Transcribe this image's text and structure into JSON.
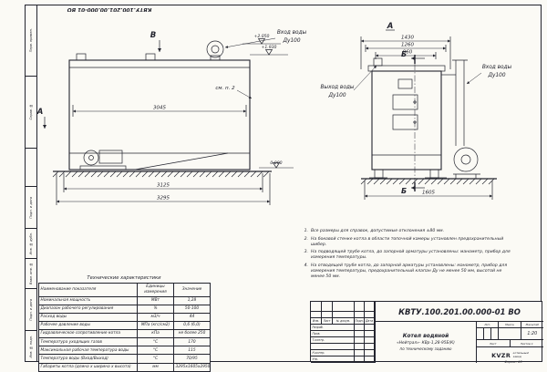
{
  "sheet": {
    "doc_number_top": "КВТУ.100.201.00.000-01 ВО",
    "format_note": "Формат А3"
  },
  "margin_labels": [
    "Перв. примен.",
    "Справ. №",
    "",
    "Подп. и дата",
    "Инв. № дубл.",
    "Взам. инв. №",
    "Подп. и дата",
    "Инв. № подл."
  ],
  "left_view": {
    "label_b": "В",
    "label_a": "А",
    "see_note": "см. п. 2",
    "inlet_l1": "Вход воды",
    "inlet_l2": "Ду100",
    "elev_top": "+2.050",
    "elev_mid": "+1.930",
    "elev_zero": "0.000",
    "dim_inner": "3045",
    "dim_mid": "3125",
    "dim_outer": "3295"
  },
  "right_view": {
    "label_top": "А",
    "dim1": "1430",
    "dim2": "1260",
    "dim3": "960",
    "section": "Б",
    "outlet_l1": "Выход воды",
    "outlet_l2": "Ду100",
    "inlet_l1": "Вход воды",
    "inlet_l2": "Ду100",
    "dim_bottom": "1605"
  },
  "tech_table": {
    "title": "Технические характеристики",
    "headers": [
      "Наименование показателя",
      "Единицы измерения",
      "Значение"
    ],
    "rows": [
      [
        "Номинальная мощность",
        "МВт",
        "1,28"
      ],
      [
        "Диапазон рабочего регулирования",
        "%",
        "50-100"
      ],
      [
        "Расход воды",
        "м3/ч",
        "44"
      ],
      [
        "Рабочее давление воды",
        "МПа (кгс/см2)",
        "0,6 (6,0)"
      ],
      [
        "Гидравлическое сопротивление котла",
        "кПа",
        "не более 250"
      ],
      [
        "Температура уходящих газов",
        "°С",
        "170"
      ],
      [
        "Максимальная рабочая температура воды",
        "°С",
        "115"
      ],
      [
        "Температура воды (Вход/Выход)",
        "°С",
        "70/95"
      ],
      [
        "Габариты котла (длина х ширина х высота)",
        "мм",
        "3295х1605х2950"
      ]
    ]
  },
  "notes": {
    "items": [
      {
        "num": "1.",
        "text": "Все размеры для справок, допустимые отклонения ±80 мм."
      },
      {
        "num": "2.",
        "text": "На боковой стенке котла в области топочной камеры установлен предохранительный шибер."
      },
      {
        "num": "3.",
        "text": "На подводящей трубе котла, до запорной арматуры установлены: манометр, прибор для измерения температуры."
      },
      {
        "num": "4.",
        "text": "На отводящей трубе котла, до запорной арматуры установлены: манометр, прибор для измерения температуры, предохранительный клапан Ду не менее 50 мм, высотой не менее 50 мм."
      }
    ]
  },
  "title_block": {
    "doc_number": "КВТУ.100.201.00.000-01 ВО",
    "rev_headers": [
      "Изм.",
      "Лист",
      "№ докум.",
      "Подп.",
      "Дата"
    ],
    "roles": [
      "Разраб.",
      "Пров.",
      "Т.контр.",
      "Н.контр.",
      "Утв."
    ],
    "name_line1": "Котел водяной",
    "name_line2": "«Нейтрал»- КВр-1,28-95Б(К)",
    "name_line3": "по техническому заданию",
    "lit_label": "Лит.",
    "mass_label": "Масса",
    "scale_label": "Масштаб",
    "scale_value": "1:20",
    "sheet_text": "Лист",
    "sheets_text": "Листов 1",
    "company_logo": "KVZR",
    "company_line1": "котельный",
    "company_line2": "завод"
  }
}
